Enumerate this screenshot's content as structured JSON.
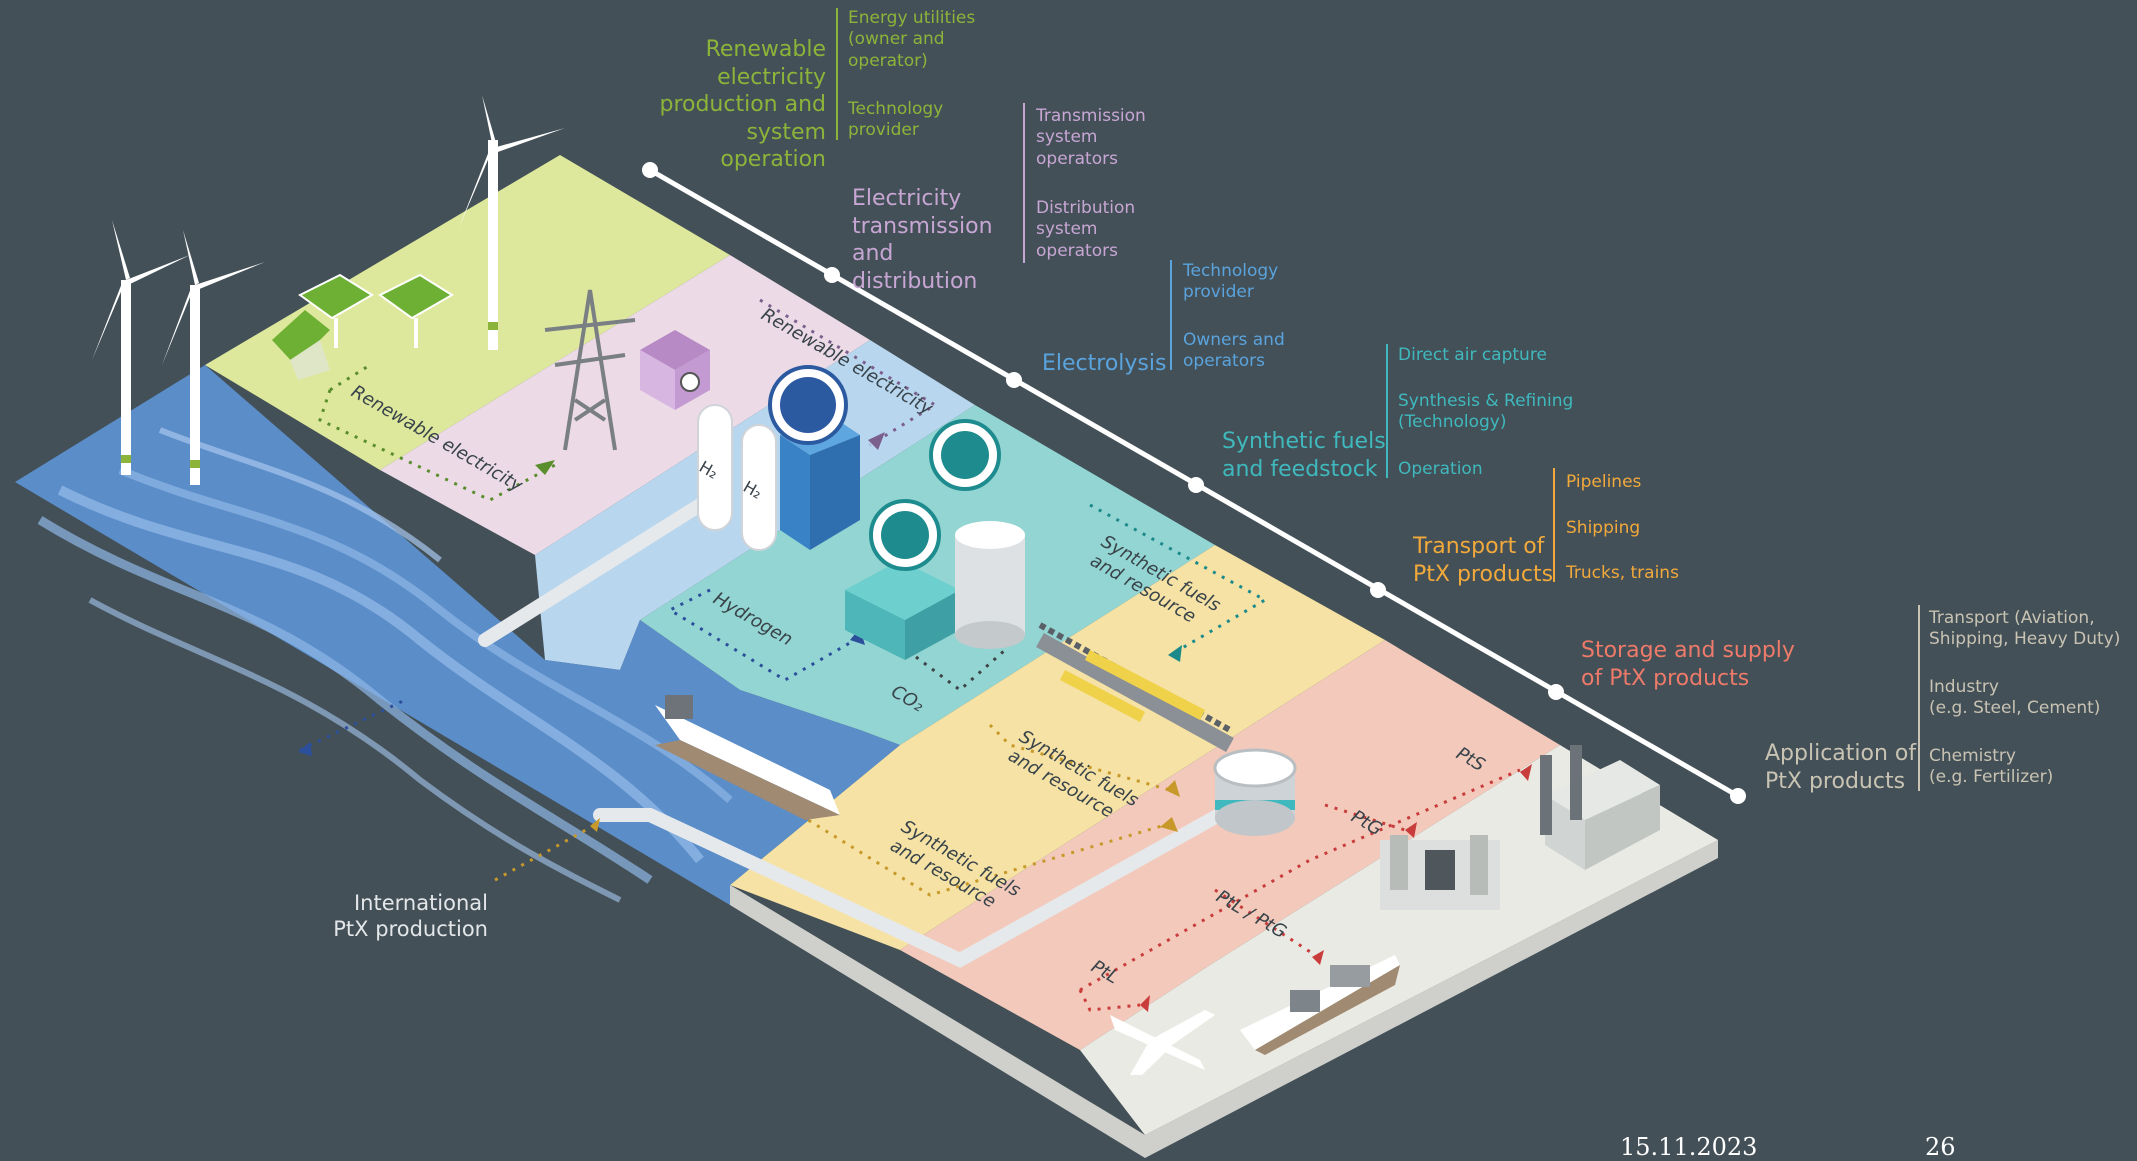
{
  "stages": {
    "renewable": {
      "title": "Renewable\nelectricity\nproduction and\nsystem operation",
      "actors": [
        "Energy utilities\n(owner and\noperator)",
        "Technology\nprovider"
      ],
      "color": "#8db43a"
    },
    "transmission": {
      "title": "Electricity\ntransmission\nand distribution",
      "actors": [
        "Transmission\nsystem\noperators",
        "Distribution\nsystem\noperators"
      ],
      "color": "#c7a6d4"
    },
    "electrolysis": {
      "title": "Electrolysis",
      "actors": [
        "Technology\nprovider",
        "Owners and\noperators"
      ],
      "color": "#5aa3dd"
    },
    "synthetic": {
      "title": "Synthetic fuels\nand feedstock",
      "actors": [
        "Direct air capture",
        "Synthesis & Refining\n(Technology)",
        "Operation"
      ],
      "color": "#3fb9bd"
    },
    "transport": {
      "title": "Transport of\nPtX products",
      "actors": [
        "Pipelines",
        "Shipping",
        "Trucks, trains"
      ],
      "color": "#f2a93b"
    },
    "storage": {
      "title": "Storage and supply\nof PtX products",
      "color": "#ee7a6a"
    },
    "application": {
      "title": "Application of\nPtX products",
      "actors": [
        "Transport (Aviation,\nShipping, Heavy Duty)",
        "Industry\n(e.g. Steel, Cement)",
        "Chemistry\n(e.g. Fertilizer)"
      ],
      "color": "#c9c3b3"
    }
  },
  "map_labels": {
    "renewable_electricity_1": "Renewable electricity",
    "renewable_electricity_2": "Renewable electricity",
    "hydrogen": "Hydrogen",
    "co2": "CO₂",
    "h2_a": "H₂",
    "h2_b": "H₂",
    "synfuels_1": "Synthetic fuels\nand resource",
    "synfuels_2": "Synthetic fuels\nand resource",
    "synfuels_3": "Synthetic fuels\nand resource",
    "ptl": "PtL",
    "ptl_ptg": "PtL / PtG",
    "ptg": "PtG",
    "pts": "PtS"
  },
  "international_label": "International\nPtX production",
  "footer": {
    "date": "15.11.2023",
    "page": "26"
  }
}
